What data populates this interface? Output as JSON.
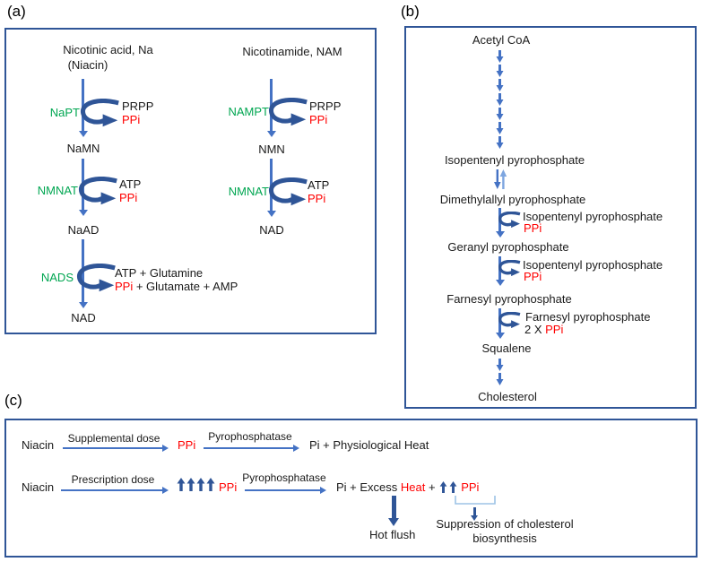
{
  "panel_a": {
    "label": "(a)",
    "left_substrate_line1": "Nicotinic acid, Na",
    "left_substrate_line2": "(Niacin)",
    "right_substrate": "Nicotinamide, NAM",
    "left_steps": [
      {
        "enzyme": "NaPT",
        "substrate_in": "PRPP",
        "byproduct": "PPi",
        "product": "NaMN"
      },
      {
        "enzyme": "NMNAT",
        "substrate_in": "ATP",
        "byproduct": "PPi",
        "product": "NaAD"
      },
      {
        "enzyme": "NADS",
        "substrate_in": "ATP + Glutamine",
        "byproduct": "PPi",
        "byproduct_rest": " + Glutamate + AMP",
        "product": "NAD"
      }
    ],
    "right_steps": [
      {
        "enzyme": "NAMPT",
        "substrate_in": "PRPP",
        "byproduct": "PPi",
        "product": "NMN"
      },
      {
        "enzyme": "NMNAT",
        "substrate_in": "ATP",
        "byproduct": "PPi",
        "product": "NAD"
      }
    ]
  },
  "panel_b": {
    "label": "(b)",
    "node_acetyl_coa": "Acetyl CoA",
    "node_ipp": "Isopentenyl pyrophosphate",
    "node_dmapp": "Dimethylallyl pyrophosphate",
    "node_gpp": "Geranyl pyrophosphate",
    "node_fpp": "Farnesyl pyrophosphate",
    "node_squalene": "Squalene",
    "node_cholesterol": "Cholesterol",
    "step1_in": "Isopentenyl pyrophosphate",
    "step1_out": "PPi",
    "step2_in": "Isopentenyl pyrophosphate",
    "step2_out": "PPi",
    "step3_in": "Farnesyl pyrophosphate",
    "step3_out_prefix": "2 X ",
    "step3_out": "PPi"
  },
  "panel_c": {
    "label": "(c)",
    "row1": {
      "start": "Niacin",
      "arrow1_label": "Supplemental dose",
      "intermediate": "PPi",
      "arrow2_label": "Pyrophosphatase",
      "product": "Pi + Physiological Heat"
    },
    "row2": {
      "start": "Niacin",
      "arrow1_label": "Prescription dose",
      "intermediate": "PPi",
      "arrow2_label": "Pyrophosphatase",
      "product_part1": "Pi + Excess ",
      "product_heat": "Heat",
      "product_plus": " + ",
      "product_ppi": "PPi"
    },
    "hot_flush_label": "Hot flush",
    "suppression_label_line1": "Suppression of cholesterol",
    "suppression_label_line2": "biosynthesis"
  },
  "colors": {
    "box_border": "#2F5597",
    "arrow_medium_blue": "#4472C4",
    "arrow_dark_blue": "#2F5597",
    "arrow_light_blue": "#7EA6E0",
    "bracket_blue": "#9DC3E6",
    "enzyme_green": "#00A651",
    "byproduct_red": "#FF0000"
  }
}
